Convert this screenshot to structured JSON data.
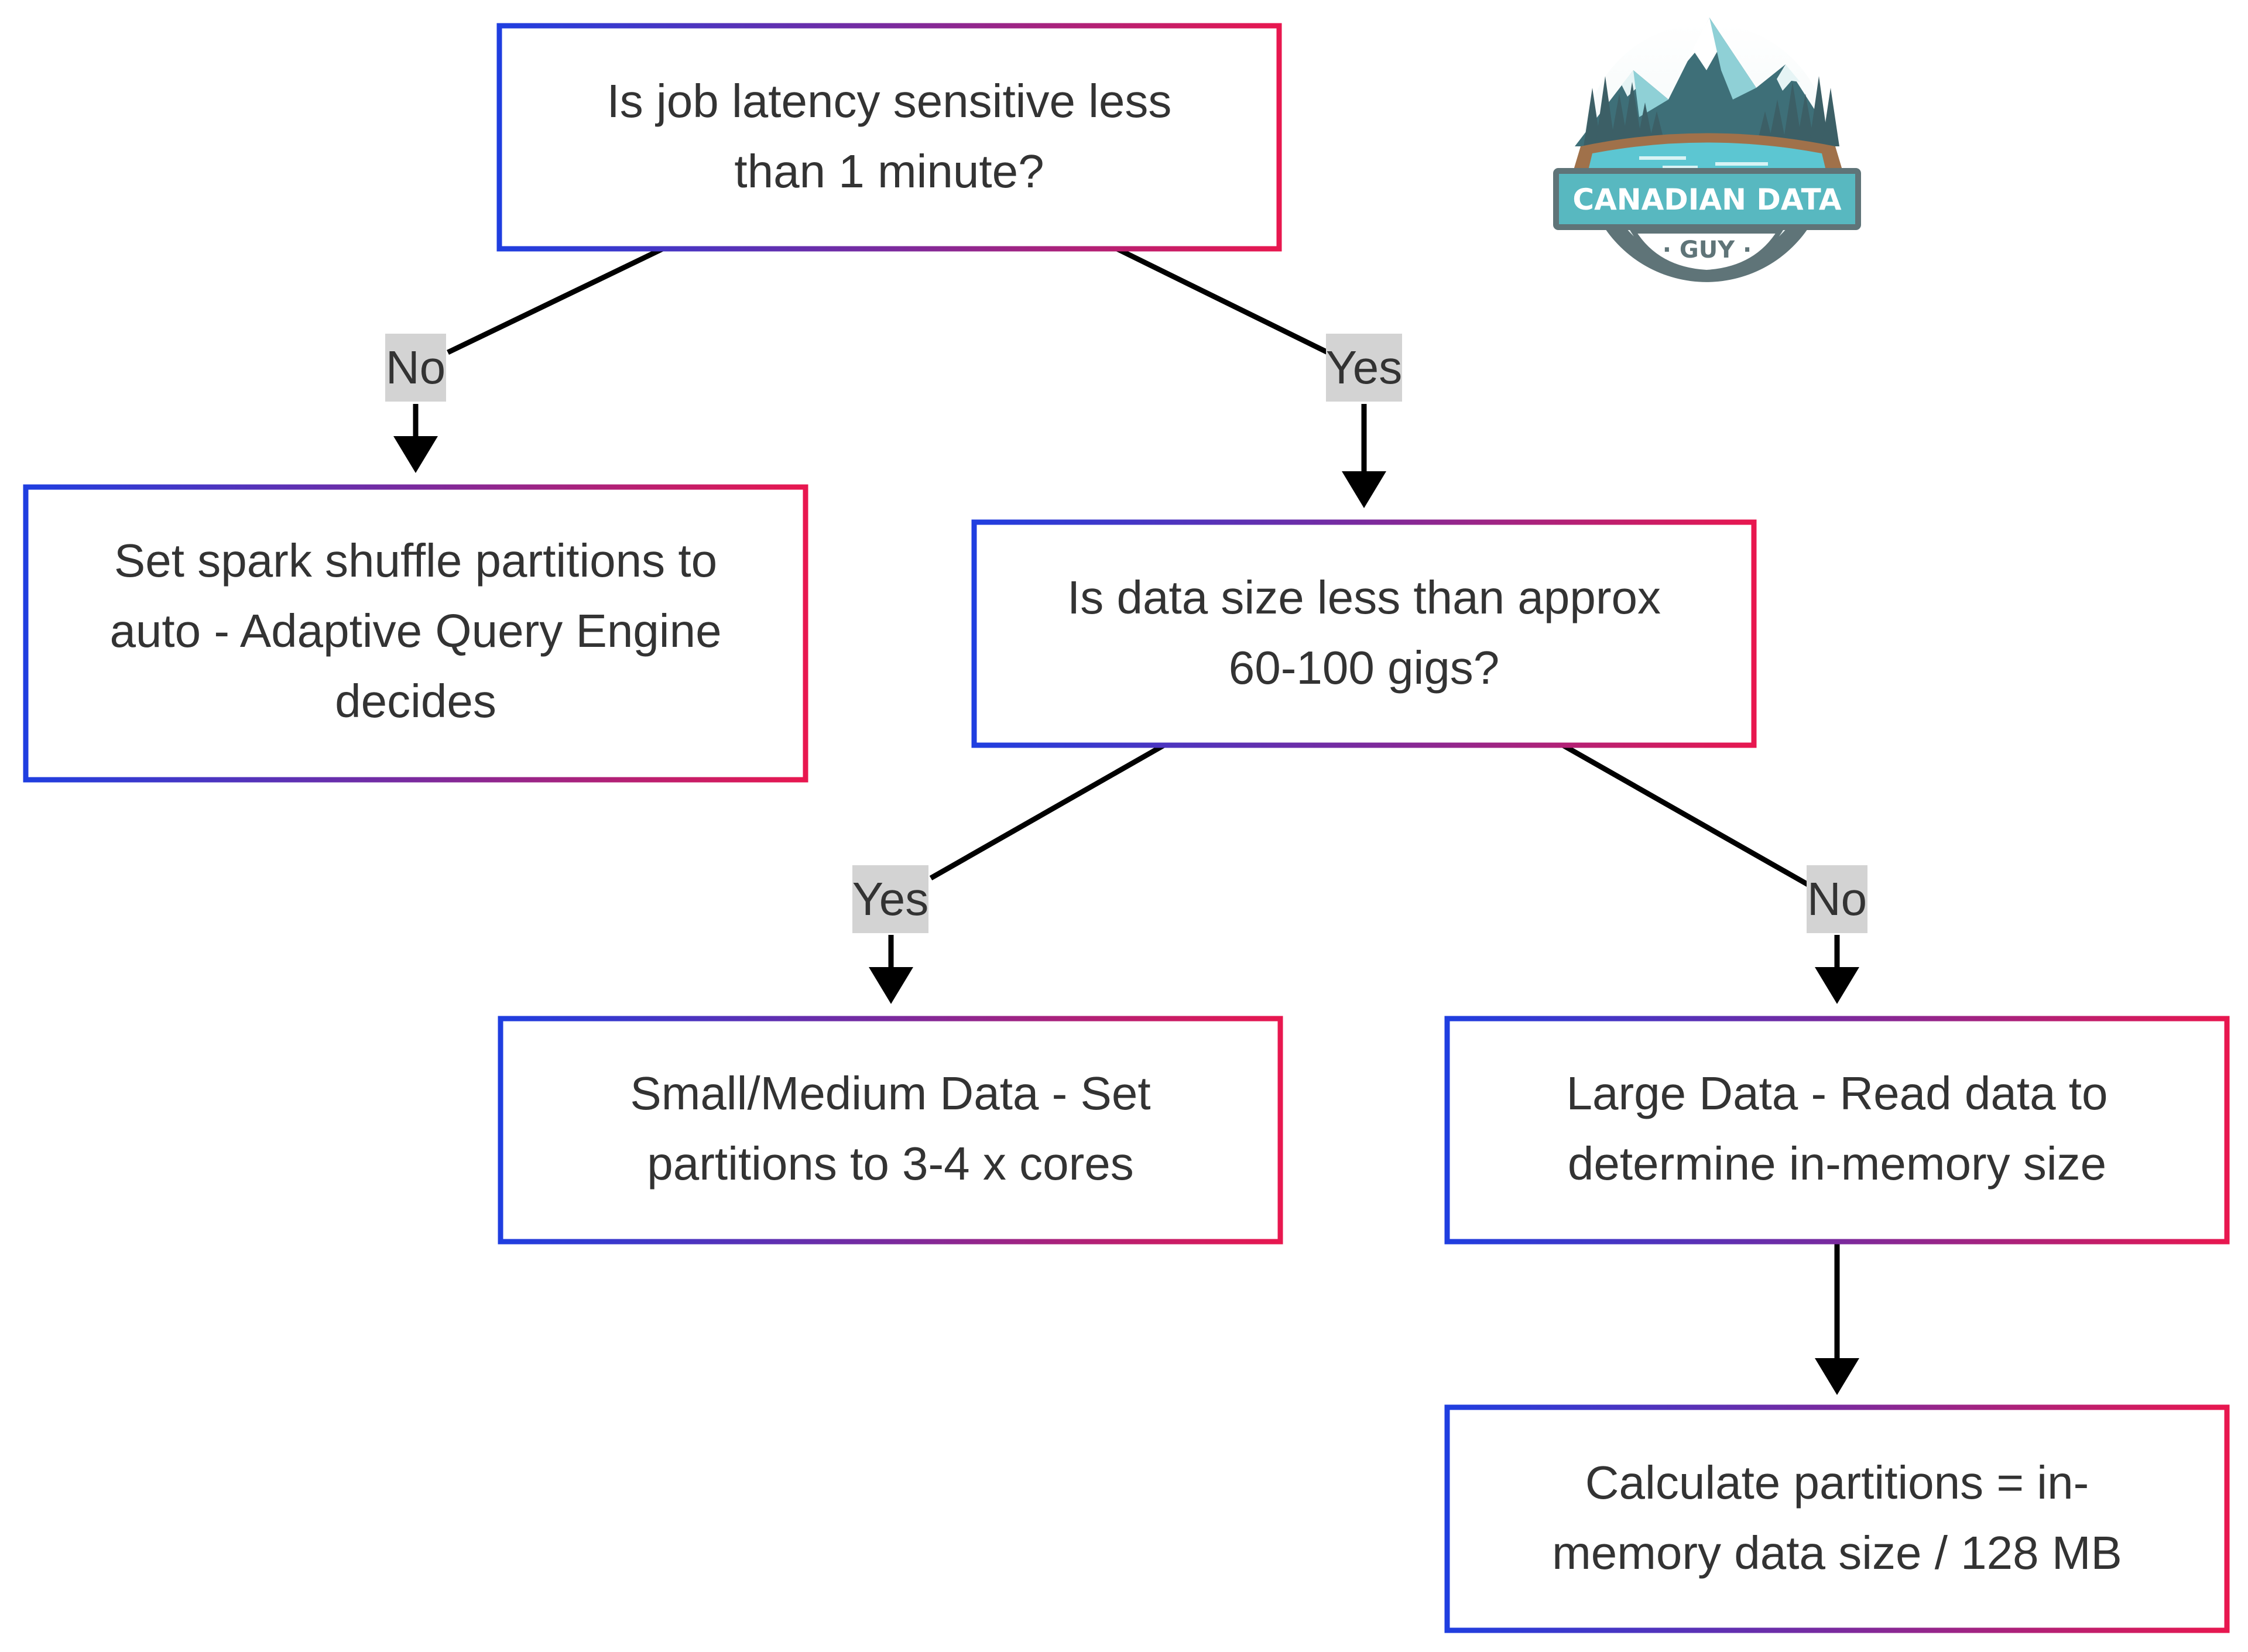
{
  "nodes": {
    "latency_question": {
      "lines": [
        "Is job latency sensitive less",
        "than 1 minute?"
      ]
    },
    "auto_partitions": {
      "lines": [
        "Set spark shuffle partitions to",
        "auto - Adaptive Query Engine",
        "decides"
      ]
    },
    "data_size_question": {
      "lines": [
        "Is data size less than approx",
        "60-100 gigs?"
      ]
    },
    "small_medium": {
      "lines": [
        "Small/Medium Data - Set",
        "partitions to 3-4 x cores"
      ]
    },
    "large_data": {
      "lines": [
        "Large Data - Read data to",
        "determine in-memory size"
      ]
    },
    "calculate": {
      "lines": [
        "Calculate partitions = in-",
        "memory data size / 128 MB"
      ]
    }
  },
  "edges": {
    "latency_no": {
      "label": "No"
    },
    "latency_yes": {
      "label": "Yes"
    },
    "size_yes": {
      "label": "Yes"
    },
    "size_no": {
      "label": "No"
    }
  },
  "logo": {
    "line1": "CANADIAN DATA",
    "line2": "· GUY ·"
  },
  "colors": {
    "border_start": "#1f3ee0",
    "border_mid": "#7a2a9e",
    "border_end": "#e8174f",
    "label_bg": "#d3d3d3",
    "arrow": "#000000",
    "text": "#333333"
  }
}
